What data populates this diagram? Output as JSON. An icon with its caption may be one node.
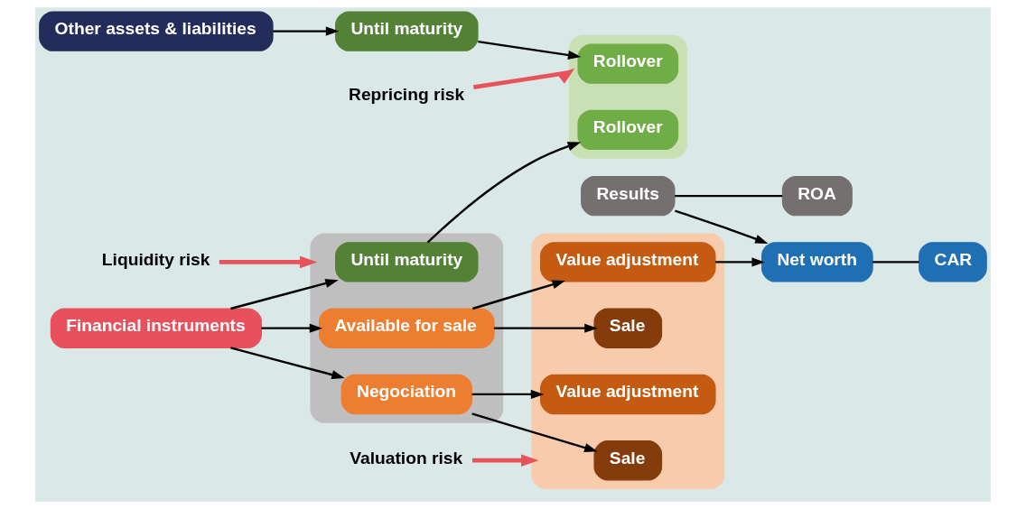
{
  "diagram": {
    "nodes": [
      {
        "text": [
          "Other assets & liabilities"
        ]
      },
      {
        "text": [
          "Until maturity"
        ]
      },
      {
        "text": [],
        "shape": "box"
      },
      {
        "text": [
          "Rollover"
        ],
        "in": 2
      },
      {
        "text": [
          "Rollover"
        ],
        "in": 2
      },
      {
        "text": [],
        "shape": "box"
      },
      {
        "text": [
          "Until maturity"
        ],
        "in": 5
      },
      {
        "text": [
          "Negociation"
        ],
        "in": 5
      },
      {
        "text": [
          "Available for sale"
        ],
        "in": 5
      },
      {
        "text": [
          "Financial instruments"
        ]
      },
      {
        "text": [],
        "shape": "box"
      },
      {
        "text": [
          "Sale"
        ],
        "in": 10
      },
      {
        "text": [
          "Value adjustment"
        ],
        "in": 10
      },
      {
        "text": [
          "Sale"
        ],
        "in": 10
      },
      {
        "text": [
          "Value adjustment"
        ],
        "in": 10
      },
      {
        "text": [
          "Repricing risk"
        ]
      },
      {
        "text": [
          "Results"
        ]
      },
      {
        "text": [
          "ROA"
        ]
      },
      {
        "text": [
          "Valuation risk"
        ]
      },
      {
        "text": [
          "Liquidity risk"
        ]
      },
      {
        "text": [
          "Net worth"
        ]
      },
      {
        "text": [
          "CAR"
        ]
      }
    ],
    "edges": [
      {
        "from": 0,
        "to": 1,
        "arrow": "to"
      },
      {
        "from": 1,
        "to": 3,
        "arrow": "to"
      },
      {
        "from": 9,
        "to": 6,
        "arrow": "to"
      },
      {
        "from": 9,
        "to": 7,
        "arrow": "to"
      },
      {
        "from": 9,
        "to": 8,
        "arrow": "to"
      },
      {
        "from": 6,
        "to": 4,
        "arrow": "to"
      },
      {
        "from": 7,
        "to": 11,
        "arrow": "to"
      },
      {
        "from": 7,
        "to": 12,
        "arrow": "to"
      },
      {
        "from": 8,
        "to": 13,
        "arrow": "to"
      },
      {
        "from": 8,
        "to": 14,
        "arrow": "to"
      },
      {
        "from": 15,
        "to": 2,
        "arrow": "to",
        "style": "thick",
        "color": "#e8535a"
      },
      {
        "from": 18,
        "to": 10,
        "arrow": "to",
        "style": "thick",
        "color": "#e8535a"
      },
      {
        "from": 19,
        "to": 5,
        "arrow": "to",
        "style": "thick",
        "color": "#e8535a"
      },
      {
        "from": 16,
        "to": 17,
        "arrow": "none"
      },
      {
        "from": 16,
        "to": 20,
        "arrow": "to"
      },
      {
        "from": 14,
        "to": 20,
        "arrow": "to"
      },
      {
        "from": 20,
        "to": 21,
        "arrow": "none"
      }
    ]
  }
}
